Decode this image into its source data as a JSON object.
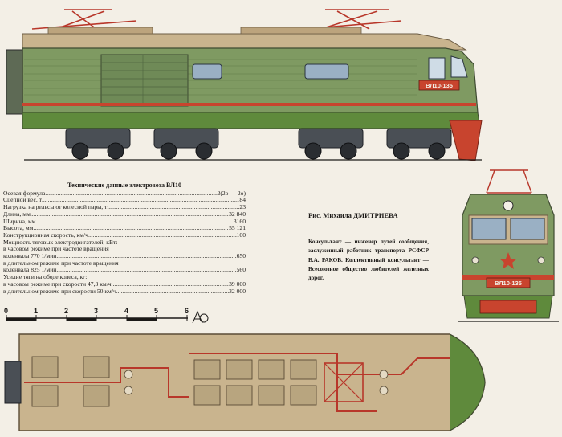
{
  "side_view": {
    "number_plate": "ВЛ10-135"
  },
  "front_view": {
    "number_plate": "ВЛ10-135"
  },
  "specs": {
    "title": "Технические данные электровоза ВЛ10",
    "rows": [
      {
        "label": "Осевая формула",
        "value": "2(2о — 2о)"
      },
      {
        "label": "Сцепной вес, т",
        "value": "184"
      },
      {
        "label": "Нагрузка на рельсы от колесной пары, т",
        "value": "23"
      },
      {
        "label": "Длина, мм",
        "value": "32 840"
      },
      {
        "label": "Ширина, мм",
        "value": "3160"
      },
      {
        "label": "Высота, мм",
        "value": "55 121"
      },
      {
        "label": "Конструкционная скорость, км/ч",
        "value": "100"
      },
      {
        "label": "Мощность тяговых электродвигателей, кВт:",
        "value": ""
      },
      {
        "label": "в часовом режиме при частоте вращения",
        "value": ""
      },
      {
        "label": "коленвала 770 1/мин",
        "value": "650"
      },
      {
        "label": "в длительном режиме при частоте вращения",
        "value": ""
      },
      {
        "label": "коленвала 825 1/мин",
        "value": "560"
      },
      {
        "label": "Усилие тяги на ободе колеса, кг:",
        "value": ""
      },
      {
        "label": "в часовом режиме при скорости 47,3 км/ч",
        "value": "39 000"
      },
      {
        "label": "в длительном режиме при скорости 50 км/ч",
        "value": "32 000"
      }
    ]
  },
  "credit": "Рис. Михаила ДМИТРИЕВА",
  "consultants": "Консультант — инженер путей сообщения, заслуженный работник транспорта РСФСР В.А. РАКОВ. Коллективный консультант — Всесоюзное общество любителей железных дорог.",
  "scale": {
    "ticks": [
      "0",
      "1",
      "2",
      "3",
      "4",
      "5",
      "6"
    ]
  },
  "colors": {
    "body_green": "#7f9a62",
    "lower_green": "#5f8a3c",
    "stripe_red": "#c8442e",
    "roof_beige": "#c9b48e",
    "bogie_grey": "#4a4f55"
  }
}
